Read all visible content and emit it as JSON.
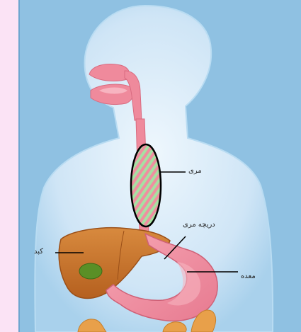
{
  "labels": {
    "esophagus": "مری",
    "esophageal_sphincter": "دریچه مری",
    "liver": "کبد",
    "stomach": "معده"
  },
  "colors": {
    "page_bg": "#fbe3f5",
    "panel_bg": "#8fc1e2",
    "body": "#d8ecfa",
    "tract": "#ef8a9c",
    "liver": "#c9732e",
    "gallbladder": "#5a8f26",
    "highlight_green": "#a7e0a2"
  }
}
